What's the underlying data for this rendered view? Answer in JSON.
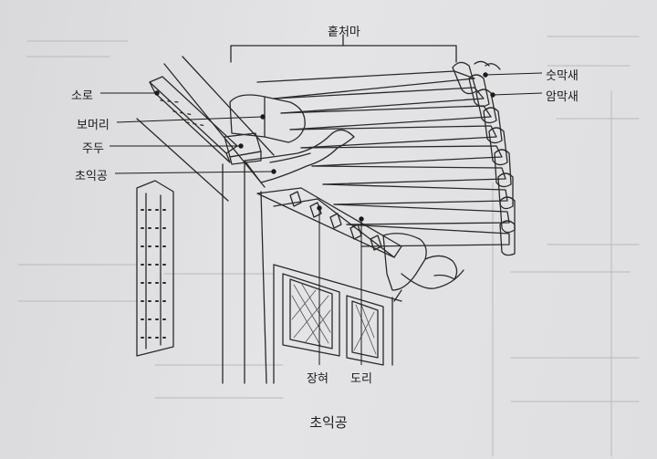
{
  "labels": {
    "hotcheoma": "홑처마",
    "sutmaksae": "숫막새",
    "ammaksae": "암막새",
    "soro": "소로",
    "bomeori": "보머리",
    "judu": "주두",
    "choikgong_label": "초익공",
    "janghyeo": "장혀",
    "dori": "도리"
  },
  "caption": "초익공"
}
